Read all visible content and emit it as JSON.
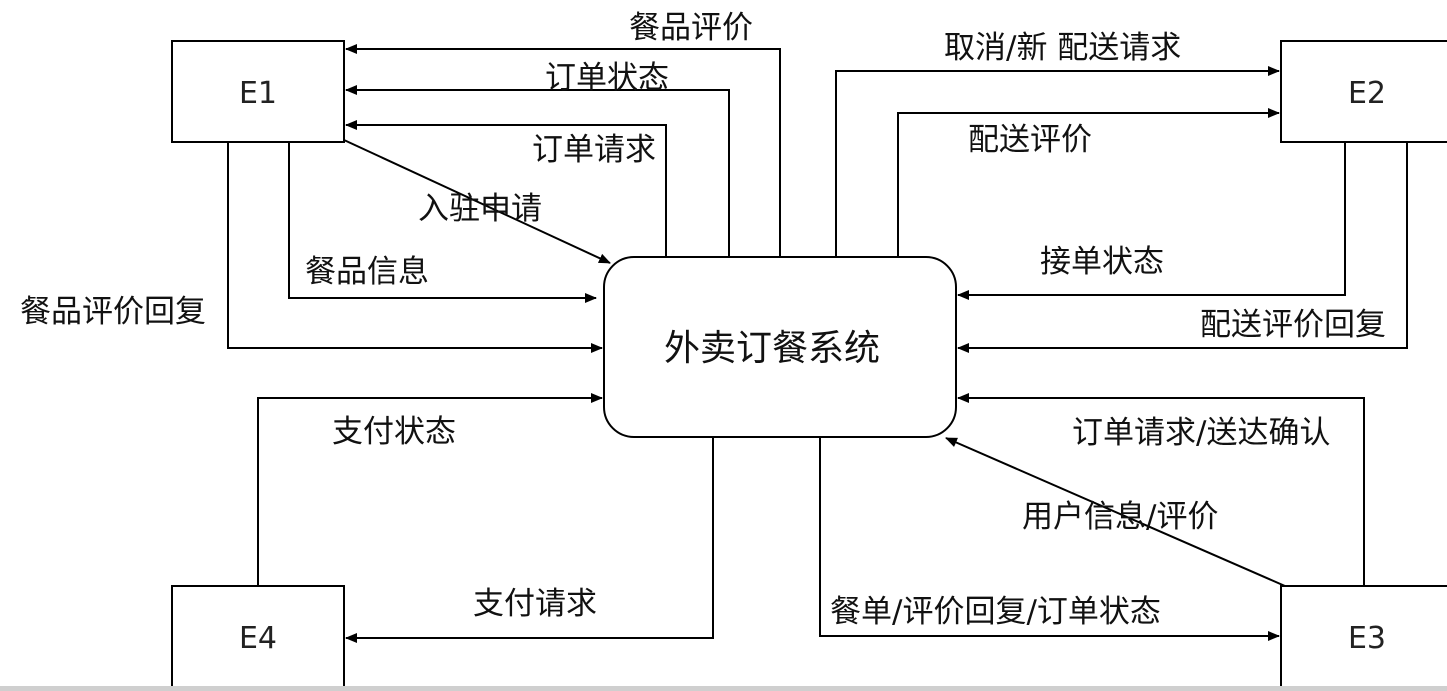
{
  "diagram": {
    "center": {
      "label": "外卖订餐系统"
    },
    "entities": {
      "e1": "E1",
      "e2": "E2",
      "e3": "E3",
      "e4": "E4"
    },
    "flows": {
      "food_review": "餐品评价",
      "order_status_e1": "订单状态",
      "order_request_e1": "订单请求",
      "join_application": "入驻申请",
      "food_info": "餐品信息",
      "food_review_reply": "餐品评价回复",
      "cancel_new_delivery": "取消/新 配送请求",
      "delivery_review": "配送评价",
      "accept_status": "接单状态",
      "delivery_review_reply": "配送评价回复",
      "order_request_confirm": "订单请求/送达确认",
      "user_info_review": "用户信息/评价",
      "menu_reply_status": "餐单/评价回复/订单状态",
      "payment_status": "支付状态",
      "payment_request": "支付请求"
    }
  }
}
